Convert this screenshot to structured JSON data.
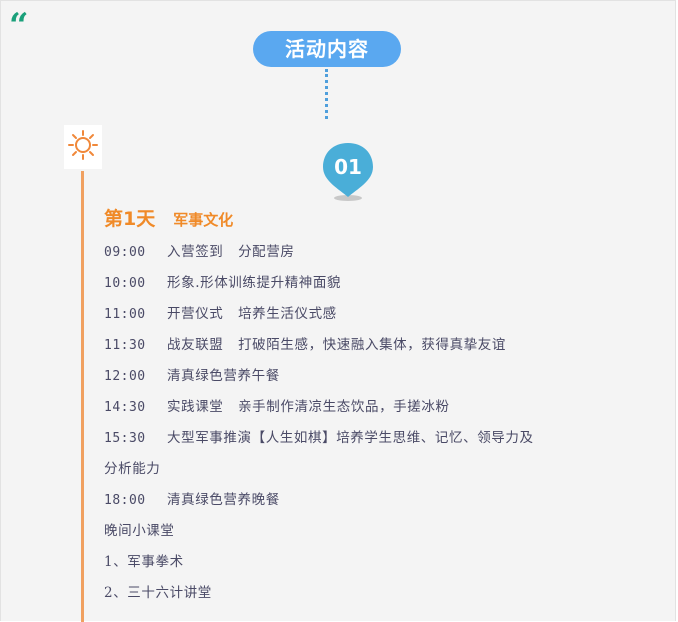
{
  "section_title": "活动内容",
  "badge_number": "01",
  "day": {
    "label": "第1天",
    "theme": "军事文化"
  },
  "schedule": [
    {
      "time": "09:00",
      "text": "入营签到   分配营房"
    },
    {
      "time": "10:00",
      "text": "形象.形体训练提升精神面貌"
    },
    {
      "time": "11:00",
      "text": "开营仪式   培养生活仪式感"
    },
    {
      "time": "11:30",
      "text": "战友联盟   打破陌生感，快速融入集体，获得真挚友谊"
    },
    {
      "time": "12:00",
      "text": "清真绿色营养午餐"
    },
    {
      "time": "14:30",
      "text": "实践课堂   亲手制作清凉生态饮品，手搓冰粉"
    },
    {
      "time": "15:30",
      "text": "大型军事推演【人生如棋】培养学生思维、记忆、领导力及"
    },
    {
      "time": "",
      "text": "分析能力"
    },
    {
      "time": "18:00",
      "text": "清真绿色营养晚餐"
    },
    {
      "time": "",
      "text": "晚间小课堂"
    },
    {
      "time": "",
      "text": "1、军事拳术"
    },
    {
      "time": "",
      "text": "2、三十六计讲堂"
    }
  ],
  "colors": {
    "accent_orange": "#f08a28",
    "pill_blue": "#5aa8f0",
    "pin_blue": "#4aaed8",
    "quote_green": "#1aa07a",
    "text": "#4a4a66"
  },
  "icons": {
    "quote": "quote-mark-icon",
    "sun": "sun-icon",
    "pin": "location-pin-icon"
  }
}
